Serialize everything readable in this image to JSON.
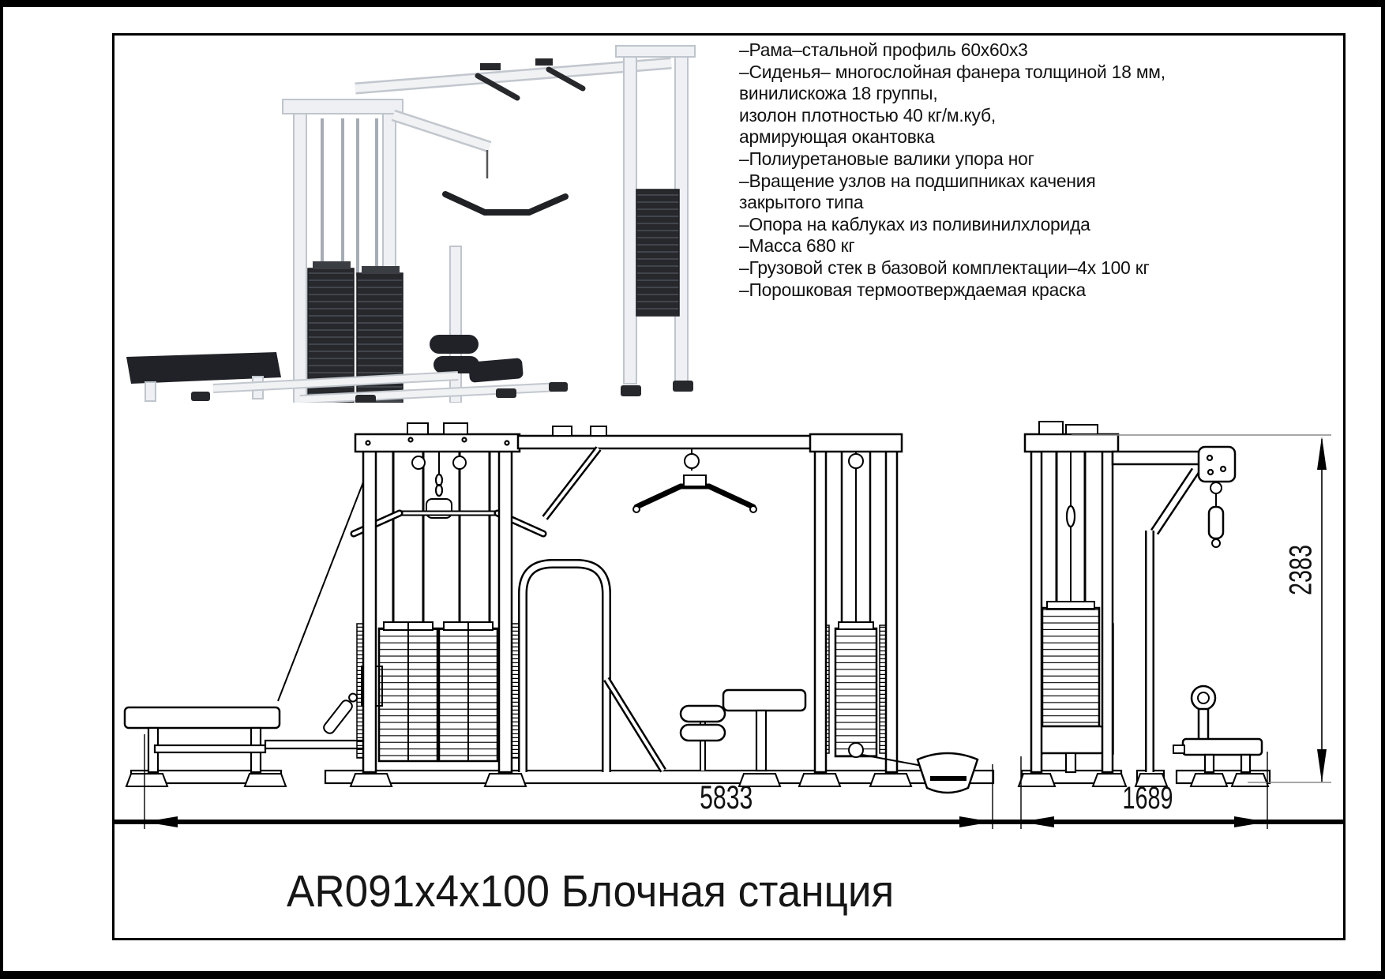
{
  "colors": {
    "ink": "#000000",
    "extension_line_gray": "#8a8a8a",
    "render_frame": "#eef0f3",
    "render_stack_dark": "#26282c"
  },
  "specs": {
    "lines": [
      "–Рама–стальной профиль 60х60х3",
      "–Сиденья– многослойная фанера толщиной 18 мм,",
      "винилискожа 18 группы,",
      "изолон плотностью 40 кг/м.куб,",
      "армирующая окантовка",
      "–Полиуретановые валики упора ног",
      "–Вращение узлов на подшипниках качения",
      "закрытого типа",
      "–Опора на каблуках из поливинилхлорида",
      "–Масса 680 кг",
      "–Грузовой стек в базовой комплектации–4х 100 кг",
      "–Порошковая термоотверждаемая краска"
    ]
  },
  "dimensions": {
    "total_width_mm": "5833",
    "side_width_mm": "1689",
    "height_mm": "2383"
  },
  "title_block": {
    "model_title": "AR091х4х100 Блочная станция"
  }
}
